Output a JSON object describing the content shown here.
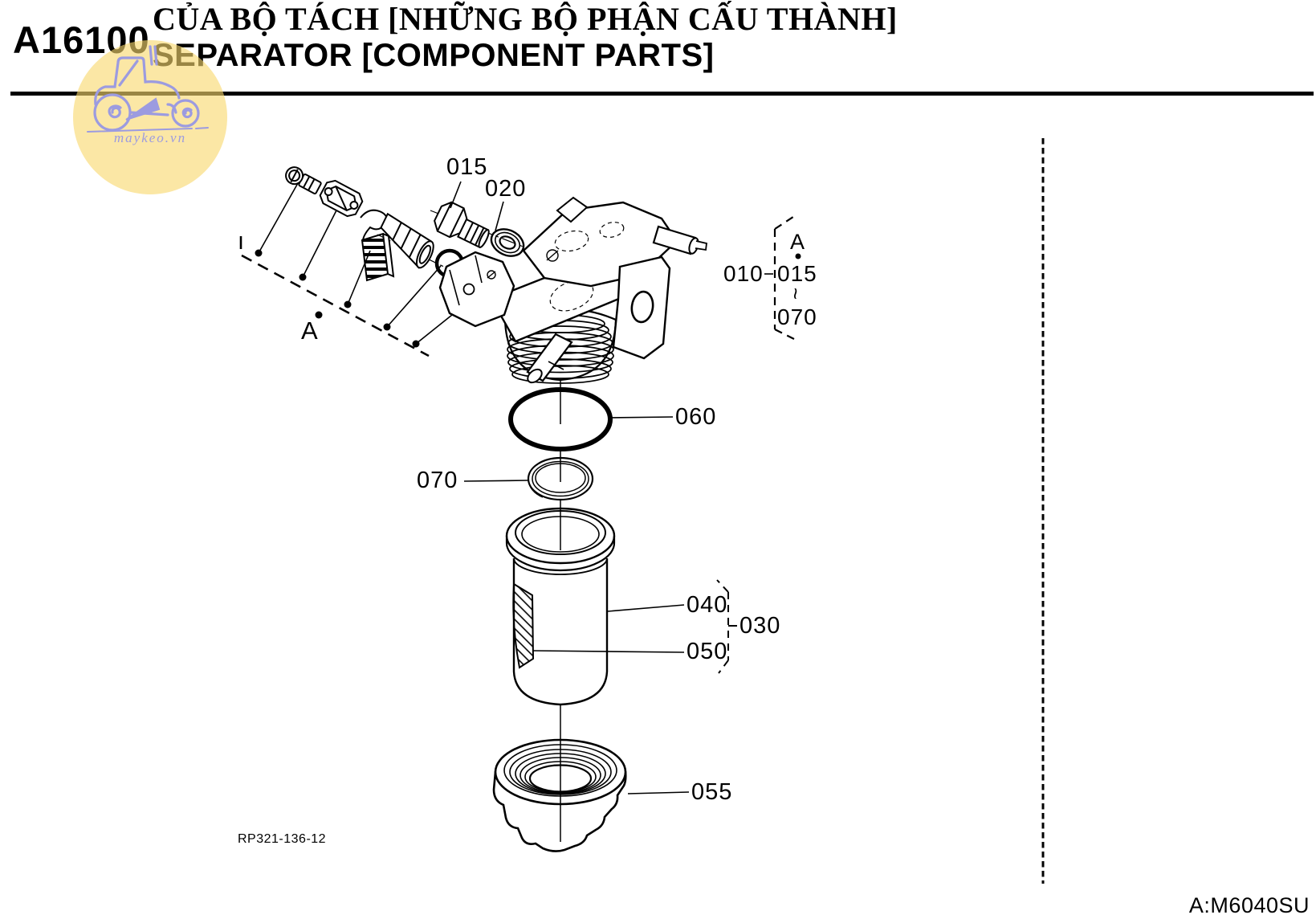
{
  "header": {
    "code": "A16100",
    "title_vi": "CỦA BỘ TÁCH [NHỮNG BỘ PHẬN CẤU THÀNH]",
    "title_en": "SEPARATOR [COMPONENT PARTS]"
  },
  "watermark": {
    "text": "maykeo.vn",
    "circle_color": "#F9D86E",
    "art_color": "#9C9BE0"
  },
  "diagram": {
    "labels": {
      "a_axis": "A",
      "p015": "015",
      "p020": "020",
      "p010": "010",
      "bracket_a": "A",
      "bracket_start": "015",
      "bracket_tilde": "~",
      "bracket_end": "070",
      "p060": "060",
      "p070": "070",
      "p040": "040",
      "p030": "030",
      "p050": "050",
      "p055": "055"
    },
    "drawing_ref": "RP321-136-12"
  },
  "footer": {
    "model_ref": "A:M6040SU"
  },
  "colors": {
    "line": "#000000"
  }
}
